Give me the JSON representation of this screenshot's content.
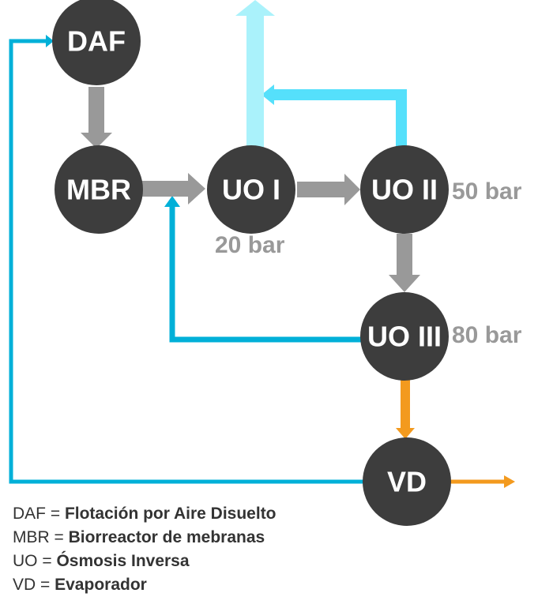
{
  "colors": {
    "node": "#3d3d3d",
    "gray_arrow": "#999999",
    "blue_line": "#00b0d8",
    "light_blue_arrow": "#aaf2fb",
    "bright_blue": "#55e0fb",
    "orange": "#f39a1e",
    "pressure_text": "#999999"
  },
  "nodes": {
    "daf": "DAF",
    "mbr": "MBR",
    "uo1": "UO I",
    "uo2": "UO II",
    "uo3": "UO III",
    "vd": "VD"
  },
  "pressures": {
    "uo1": "20 bar",
    "uo2": "50 bar",
    "uo3": "80 bar"
  },
  "legend": [
    {
      "abbr": "DAF",
      "sep": " = ",
      "meaning": "Flotación por Aire Disuelto"
    },
    {
      "abbr": "MBR",
      "sep": " = ",
      "meaning": "Biorreactor de mebranas"
    },
    {
      "abbr": "UO",
      "sep": " = ",
      "meaning": "Ósmosis Inversa"
    },
    {
      "abbr": "VD",
      "sep": " = ",
      "meaning": "Evaporador"
    }
  ]
}
